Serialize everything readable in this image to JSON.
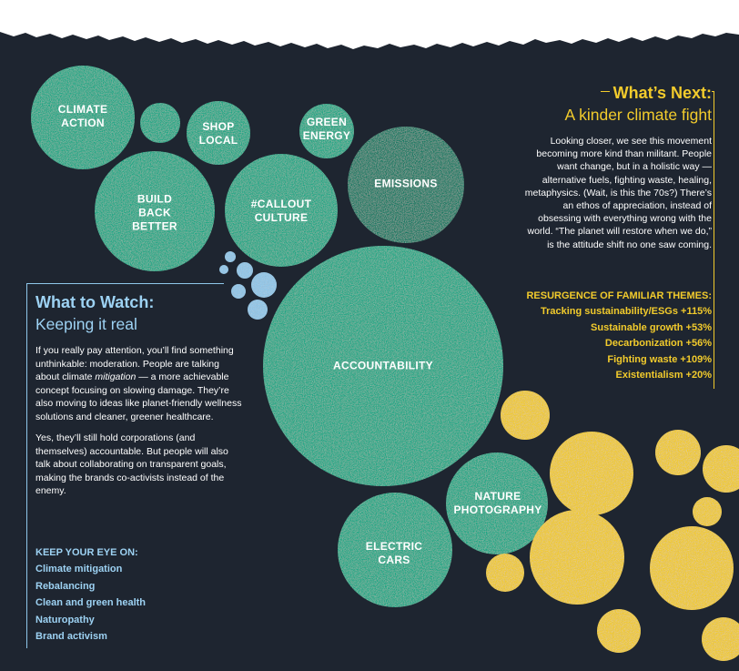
{
  "colors": {
    "background": "#1e2530",
    "paper": "#ffffff",
    "teal_bubble": "#1aa886",
    "teal_bubble_dark": "#127a63",
    "light_blue": "#8fc7ea",
    "yellow": "#f2cb2c"
  },
  "bubbles": [
    {
      "id": "climate-action",
      "label": "CLIMATE\nACTION",
      "color": "teal"
    },
    {
      "id": "small-1",
      "label": "",
      "color": "teal"
    },
    {
      "id": "shop-local",
      "label": "SHOP\nLOCAL",
      "color": "teal"
    },
    {
      "id": "green-energy",
      "label": "GREEN\nENERGY",
      "color": "teal"
    },
    {
      "id": "build-back-better",
      "label": "BUILD\nBACK\nBETTER",
      "color": "teal"
    },
    {
      "id": "callout-culture",
      "label": "#CALLOUT\nCULTURE",
      "color": "teal"
    },
    {
      "id": "emissions",
      "label": "EMISSIONS",
      "color": "teal-dark"
    },
    {
      "id": "accountability",
      "label": "ACCOUNTABILITY",
      "color": "teal"
    },
    {
      "id": "nature-photography",
      "label": "NATURE\nPHOTOGRAPHY",
      "color": "teal"
    },
    {
      "id": "electric-cars",
      "label": "ELECTRIC\nCARS",
      "color": "teal"
    }
  ],
  "whats_next": {
    "title_line1": "What’s Next:",
    "title_line2": "A kinder climate fight",
    "body": "Looking closer, we see this movement becoming more kind than militant. People want change, but in a holistic way — alternative fuels, fighting waste, healing, metaphysics. (Wait, is this the 70s?) There’s an ethos of appreciation, instead of obsessing with everything wrong with the world. “The planet will restore when we do,” is the attitude shift no one saw coming.",
    "themes_heading": "RESURGENCE OF FAMILIAR THEMES:",
    "themes": [
      "Tracking sustainability/ESGs +115%",
      "Sustainable growth +53%",
      "Decarbonization +56%",
      "Fighting waste +109%",
      "Existentialism +20%"
    ]
  },
  "what_to_watch": {
    "title_line1": "What to Watch:",
    "title_line2": "Keeping it real",
    "body_p1_a": "If you really pay attention, you’ll find something unthinkable: moderation. People are talking about climate ",
    "body_p1_em": "mitigation",
    "body_p1_b": " — a more achievable concept focusing on slowing damage. They’re also moving to ideas like planet-friendly wellness solutions and cleaner, greener healthcare.",
    "body_p2": "Yes, they’ll still hold corporations (and themselves) accountable. But people will also talk about collaborating on transparent goals, making the brands co-activists instead of the enemy.",
    "keep_heading": "KEEP YOUR EYE ON:",
    "keep_items": [
      "Climate mitigation",
      "Rebalancing",
      "Clean and green health",
      "Naturopathy",
      "Brand activism"
    ]
  }
}
